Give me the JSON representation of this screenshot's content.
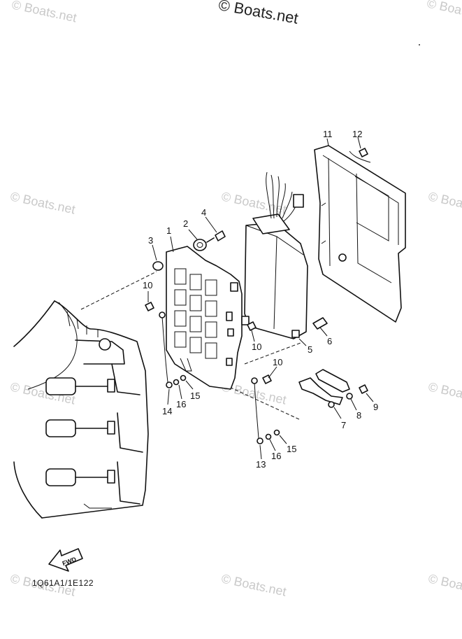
{
  "copyright": {
    "brand_text": "© Boats.net",
    "watermark_text": "© Boats.net"
  },
  "diagram": {
    "code": "1Q61A1/1E122",
    "fwd_label": "FWD",
    "callouts": [
      {
        "id": "c1",
        "text": "1"
      },
      {
        "id": "c2",
        "text": "2"
      },
      {
        "id": "c3",
        "text": "3"
      },
      {
        "id": "c4",
        "text": "4"
      },
      {
        "id": "c5",
        "text": "5"
      },
      {
        "id": "c6",
        "text": "6"
      },
      {
        "id": "c7",
        "text": "7"
      },
      {
        "id": "c8",
        "text": "8"
      },
      {
        "id": "c9",
        "text": "9"
      },
      {
        "id": "c10a",
        "text": "10"
      },
      {
        "id": "c10b",
        "text": "10"
      },
      {
        "id": "c10c",
        "text": "10"
      },
      {
        "id": "c11",
        "text": "11"
      },
      {
        "id": "c12",
        "text": "12"
      },
      {
        "id": "c13",
        "text": "13"
      },
      {
        "id": "c14",
        "text": "14"
      },
      {
        "id": "c15a",
        "text": "15"
      },
      {
        "id": "c15b",
        "text": "15"
      },
      {
        "id": "c16a",
        "text": "16"
      },
      {
        "id": "c16b",
        "text": "16"
      }
    ]
  }
}
